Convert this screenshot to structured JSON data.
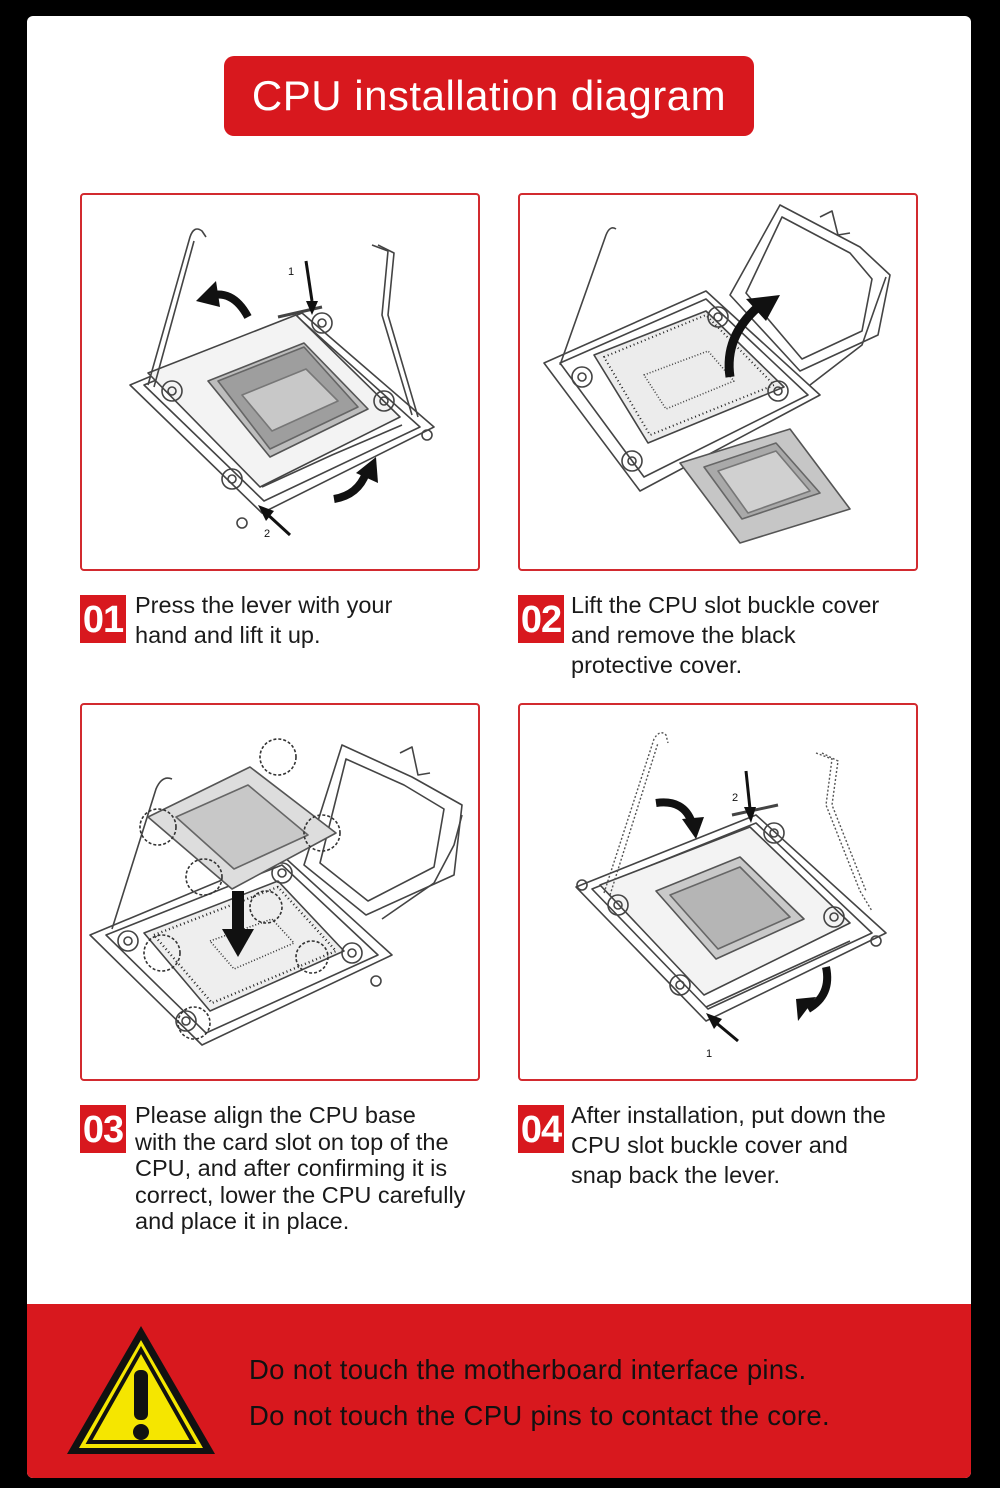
{
  "title": "CPU installation diagram",
  "steps": [
    {
      "number": "01",
      "text": "Press the lever with your\nhand and lift it up.",
      "callouts": [
        "1",
        "2"
      ]
    },
    {
      "number": "02",
      "text": "Lift the CPU slot buckle cover\nand remove the black\nprotective cover."
    },
    {
      "number": "03",
      "text": "Please align the CPU base\nwith the card slot on top of the\nCPU, and after confirming it is\ncorrect, lower the CPU carefully\nand place it in place."
    },
    {
      "number": "04",
      "text": "After installation, put down the\nCPU slot buckle cover and\nsnap back the lever.",
      "callouts": [
        "2",
        "1"
      ]
    }
  ],
  "warning": {
    "icon": "warning-triangle-icon",
    "lines": [
      "Do not touch the motherboard interface pins.",
      "Do not touch the CPU pins to contact the core."
    ]
  },
  "colors": {
    "accent": "#d8181e",
    "panel_border": "#d22a2f",
    "warning_triangle": "#f5e600"
  }
}
